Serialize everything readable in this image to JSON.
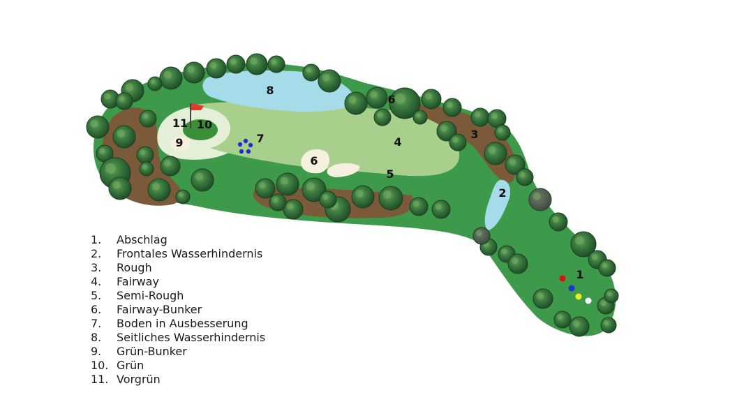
{
  "map_labels": {
    "tee": "1",
    "front_water": "2",
    "rough": "3",
    "fairway": "4",
    "semi_rough": "5",
    "fairway_bunker": "6",
    "fairway_bunker_top": "6",
    "ground_under_repair": "7",
    "side_water": "8",
    "green_bunker": "9",
    "green": "10",
    "fringe": "11"
  },
  "legend": [
    {
      "num": "1.",
      "label": "Abschlag"
    },
    {
      "num": "2.",
      "label": "Frontales Wasserhindernis"
    },
    {
      "num": "3.",
      "label": "Rough"
    },
    {
      "num": "4.",
      "label": "Fairway"
    },
    {
      "num": "5.",
      "label": "Semi-Rough"
    },
    {
      "num": "6.",
      "label": "Fairway-Bunker"
    },
    {
      "num": "7.",
      "label": "Boden in Ausbesserung"
    },
    {
      "num": "8.",
      "label": "Seitliches Wasserhindernis"
    },
    {
      "num": "9.",
      "label": "Grün-Bunker"
    },
    {
      "num": "10.",
      "label": "Grün"
    },
    {
      "num": "11.",
      "label": "Vorgrün"
    }
  ],
  "colors": {
    "semi_rough": "#3c9a4a",
    "fairway": "#a8cf8c",
    "green": "#3a8f38",
    "fringe": "#e4efd8",
    "bunker": "#f6f1df",
    "water": "#a6dcea",
    "dirt": "#7b5a3a",
    "tree_dark": "#24502a",
    "tree_light": "#4e8a48",
    "flag": "#e53a2a",
    "marker_blue": "#2230cc",
    "tee_red": "#dd1111",
    "tee_blue": "#1a34d8",
    "tee_yellow": "#e6ef1a",
    "tee_white": "#ffffff"
  },
  "icons": [
    "flag-icon",
    "tree-icon",
    "tee-marker-icon",
    "repair-marker-icon"
  ]
}
